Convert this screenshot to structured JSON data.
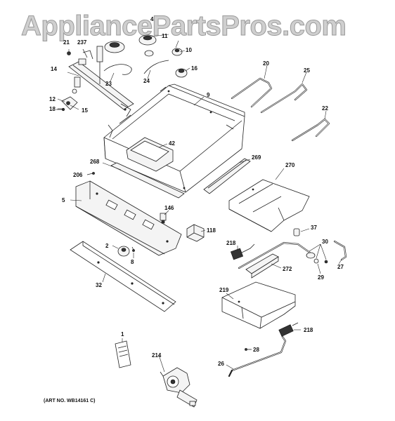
{
  "watermark": "AppliancePartsPros.com",
  "art_number": "(ART NO. WB14161 C)",
  "callouts": {
    "c1": "1",
    "c2": "2",
    "c4": "4",
    "c5": "5",
    "c8": "8",
    "c9": "9",
    "c10": "10",
    "c11": "11",
    "c12": "12",
    "c14": "14",
    "c15": "15",
    "c16": "16",
    "c18": "18",
    "c20": "20",
    "c21": "21",
    "c22": "22",
    "c23": "23",
    "c24": "24",
    "c25": "25",
    "c26": "26",
    "c27": "27",
    "c28": "28",
    "c29": "29",
    "c30": "30",
    "c32": "32",
    "c37": "37",
    "c42": "42",
    "c118": "118",
    "c146": "146",
    "c206": "206",
    "c214": "214",
    "c218a": "218",
    "c218b": "218",
    "c219": "219",
    "c237": "237",
    "c268": "268",
    "c269": "269",
    "c270": "270",
    "c272": "272"
  }
}
